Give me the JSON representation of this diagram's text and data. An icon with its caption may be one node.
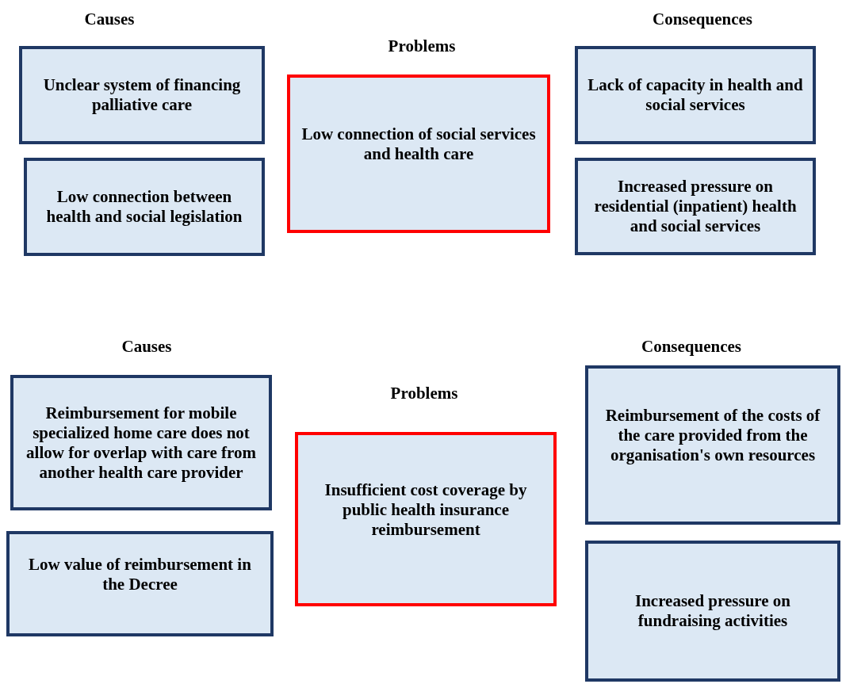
{
  "diagram": {
    "nodes": [
      {
        "text": [
          "Unclear system of financing palliative care"
        ]
      },
      {
        "text": [
          "Low connection between health and social legislation"
        ]
      },
      {
        "text": [
          "Low connection of social services and health care"
        ]
      },
      {
        "text": [
          "Lack of capacity in health and social services"
        ]
      },
      {
        "text": [
          "Increased pressure on residential (inpatient) health and social services"
        ]
      },
      {
        "text": [
          "Reimbursement for mobile specialized home care does not allow for overlap with care from another health care provider"
        ]
      },
      {
        "text": [
          "Low value of reimbursement in the Decree"
        ]
      },
      {
        "text": [
          "Insufficient cost coverage by public health insurance reimbursement"
        ]
      },
      {
        "text": [
          "Reimbursement of the costs of the care provided from the organisation's own resources"
        ]
      },
      {
        "text": [
          "Increased pressure on fundraising activities"
        ]
      }
    ],
    "edges": [],
    "labels": [
      "Causes",
      "Consequences",
      "Problems",
      "Causes",
      "Consequences",
      "Problems"
    ]
  }
}
